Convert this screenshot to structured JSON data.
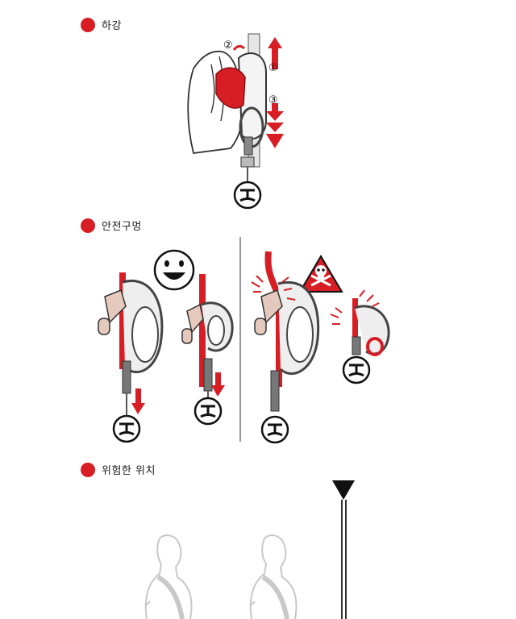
{
  "sections": [
    {
      "id": "descent",
      "label": "하강"
    },
    {
      "id": "safety_hole",
      "label": "안전구멍"
    },
    {
      "id": "danger_position",
      "label": "위험한 위치"
    }
  ],
  "descent_steps": [
    "①",
    "②",
    "③"
  ],
  "colors": {
    "accent": "#d81e25",
    "line": "#333333",
    "light": "#c8c8c8"
  },
  "icons": [
    "smiley-icon",
    "skull-warning-icon",
    "harness-icon",
    "arrow-up-icon",
    "arrow-down-icon"
  ]
}
